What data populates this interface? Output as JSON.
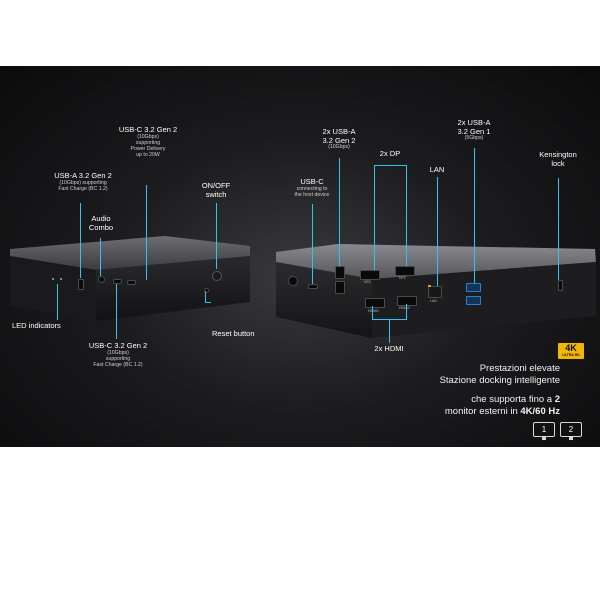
{
  "callouts": {
    "usbc_top_left": {
      "title": "USB-C 3.2 Gen 2",
      "sub": [
        "(10Gbps)",
        "supporting",
        "Power Delivery",
        "up to 20W"
      ]
    },
    "usba_left": {
      "title": "USB-A 3.2 Gen 2",
      "sub": [
        "(10Gbps) supporting",
        "Fast Charge (BC 1.2)"
      ]
    },
    "audio": {
      "title": "Audio",
      "title2": "Combo"
    },
    "onoff": {
      "title": "ON/OFF",
      "title2": "switch"
    },
    "led": {
      "title": "LED indicators"
    },
    "reset": {
      "title": "Reset button"
    },
    "usbc_bottom_left": {
      "title": "USB-C 3.2 Gen 2",
      "sub": [
        "(10Gbps)",
        "supporting",
        "Fast Charge (BC 1.2)"
      ]
    },
    "usbc_host": {
      "title": "USB-C",
      "sub": [
        "connecting to",
        "the host device"
      ]
    },
    "usba_gen2": {
      "title": "2x USB-A",
      "title2": "3.2 Gen 2",
      "sub": [
        "(10Gbps)"
      ]
    },
    "dp": {
      "title": "2x DP"
    },
    "lan": {
      "title": "LAN"
    },
    "usba_gen1": {
      "title": "2x USB-A",
      "title2": "3.2 Gen 1",
      "sub": [
        "(5Gbps)"
      ]
    },
    "kensington": {
      "title": "Kensington",
      "title2": "lock"
    },
    "hdmi": {
      "title": "2x HDMI"
    }
  },
  "badge": {
    "main": "4K",
    "sub": "ULTRA HD"
  },
  "hero": {
    "line1": "Prestazioni elevate",
    "line2": "Stazione docking intelligente",
    "line3_pre": "che supporta fino a ",
    "line3_bold": "2",
    "line4_pre": "monitor esterni in ",
    "line4_bold": "4K/60 Hz"
  },
  "monitors": [
    "1",
    "2"
  ],
  "port_labels": {
    "dp1": "DP1",
    "dp2": "DP2",
    "hdmi1": "HDMI1",
    "hdmi2": "HDMI2",
    "lan": "LAN"
  }
}
